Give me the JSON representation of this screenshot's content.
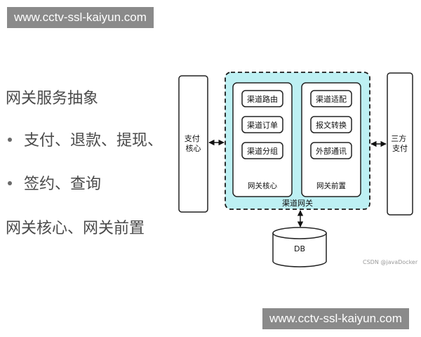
{
  "watermark": {
    "text": "www.cctv-ssl-kaiyun.com"
  },
  "left_text": {
    "title": "网关服务抽象",
    "bullet1": "支付、退款、提现、",
    "bullet2": "签约、查询",
    "footer": "网关核心、网关前置"
  },
  "diagram": {
    "left_box": "支付\n核心",
    "right_box": "三方\n支付",
    "gateway_label": "渠道网关",
    "core": {
      "title": "网关核心",
      "items": [
        "渠道路由",
        "渠道订单",
        "渠道分组"
      ]
    },
    "front": {
      "title": "网关前置",
      "items": [
        "渠道适配",
        "报文转换",
        "外部通讯"
      ]
    },
    "db_label": "DB",
    "credit": "CSDN @javaDocker"
  },
  "colors": {
    "gateway_fill": "#bdf0f3",
    "gateway_border": "#1a1a1a",
    "text_gray": "#4a4a4a",
    "watermark_bg": "#8a8a8a"
  }
}
